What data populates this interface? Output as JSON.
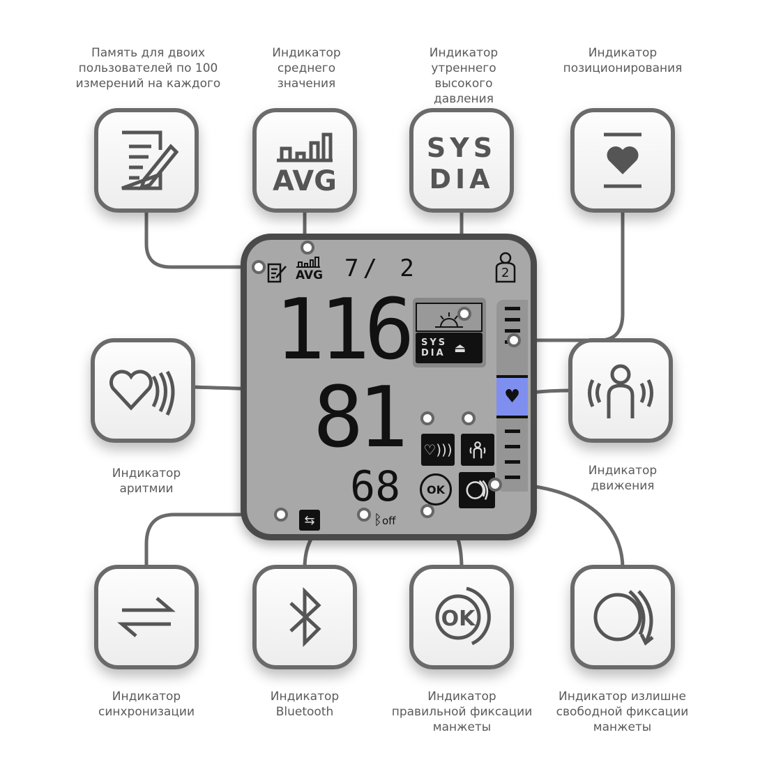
{
  "labels": {
    "memory": "Память для двоих пользователей по 100 измерений на каждого",
    "average": "Индикатор среднего значения",
    "morning": "Индикатор утреннего высокого давления",
    "position": "Индикатор позиционирования",
    "arrhythmia": "Индикатор аритмии",
    "motion": "Индикатор движения",
    "sync": "Индикатор синхронизации",
    "bluetooth": "Индикатор Bluetooth",
    "cuff_ok": "Индикатор правильной фиксации манжеты",
    "cuff_loose": "Индикатор излишне свободной фиксации манжеты"
  },
  "icons": {
    "avg_text": "AVG",
    "sys": "SYS",
    "dia": "DIA",
    "ok": "OK"
  },
  "lcd": {
    "date": "7/ 2",
    "systolic": "116",
    "diastolic": "81",
    "pulse": "68",
    "user": "2",
    "avg": "AVG",
    "sys": "SYS",
    "dia": "DIA",
    "ok": "OK",
    "bt_off": "off"
  },
  "colors": {
    "accent": "#7f8ff0",
    "lcd_bg": "#a8a8a8",
    "frame": "#4a4a4a"
  }
}
